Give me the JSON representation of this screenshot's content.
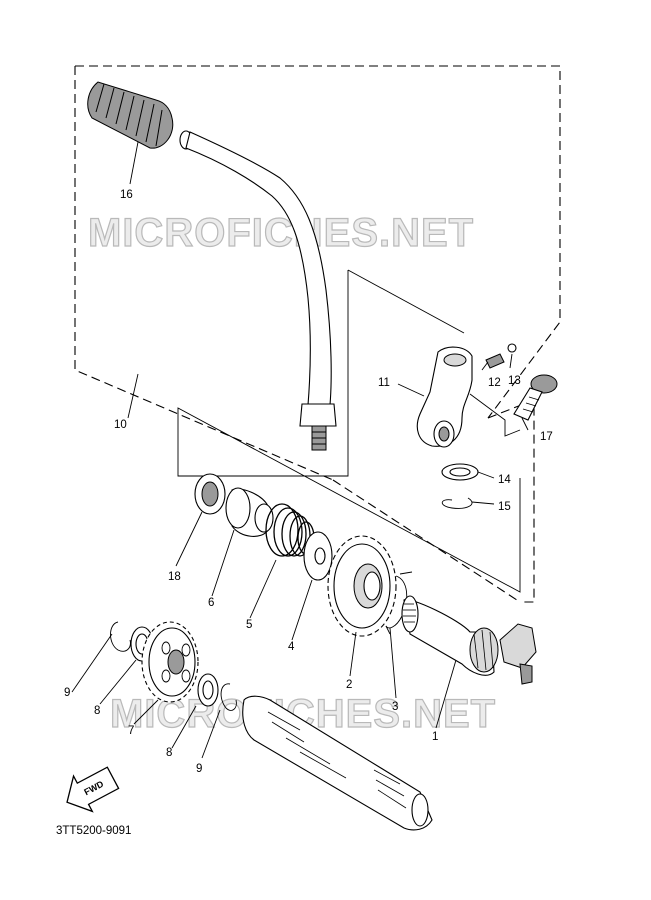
{
  "watermarks": [
    "MICROFICHES.NET",
    "MICROFICHES.NET"
  ],
  "diagram_code": "3TT5200-9091",
  "fwd_label": "FWD",
  "callouts": {
    "p1": "1",
    "p2": "2",
    "p3": "3",
    "p4": "4",
    "p5": "5",
    "p6": "6",
    "p7": "7",
    "p8a": "8",
    "p8b": "8",
    "p9a": "9",
    "p9b": "9",
    "p10": "10",
    "p11": "11",
    "p12": "12",
    "p13": "13",
    "p14": "14",
    "p15": "15",
    "p16": "16",
    "p17": "17",
    "p18": "18"
  }
}
